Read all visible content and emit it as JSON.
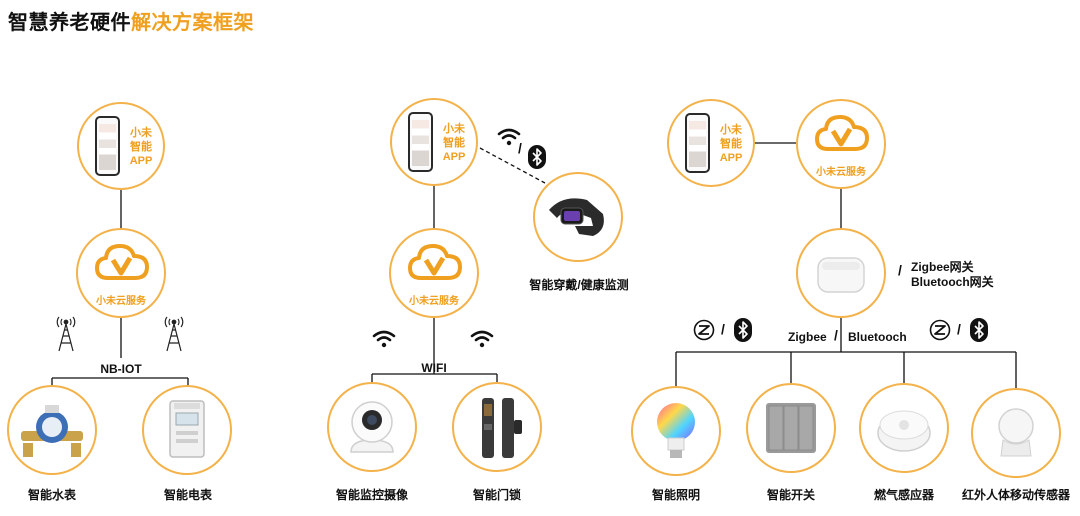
{
  "title": {
    "dark": "智慧养老硬件",
    "accent": "解决方案框架"
  },
  "colors": {
    "accent": "#F0A020",
    "border": "#F3B24A",
    "line": "#111111"
  },
  "app": {
    "line1": "小未",
    "line2": "智能",
    "line3": "APP"
  },
  "cloud_label": "小未云服务",
  "col1": {
    "network": "NB-IOT",
    "devices": [
      "智能水表",
      "智能电表"
    ]
  },
  "col2": {
    "network": "WIFI",
    "wearable": "智能穿戴/健康监测",
    "wearable_link_sep": "/",
    "devices": [
      "智能监控摄像",
      "智能门锁"
    ]
  },
  "col3": {
    "gateway_sep": "/",
    "gateway_line1": "Zigbee网关",
    "gateway_line2": "Bluetooch网关",
    "bus_left": "Zigbee",
    "bus_sep": "/",
    "bus_right": "Bluetooch",
    "proto_sep": "/",
    "devices": [
      "智能照明",
      "智能开关",
      "燃气感应器",
      "红外人体移动传感器"
    ]
  }
}
